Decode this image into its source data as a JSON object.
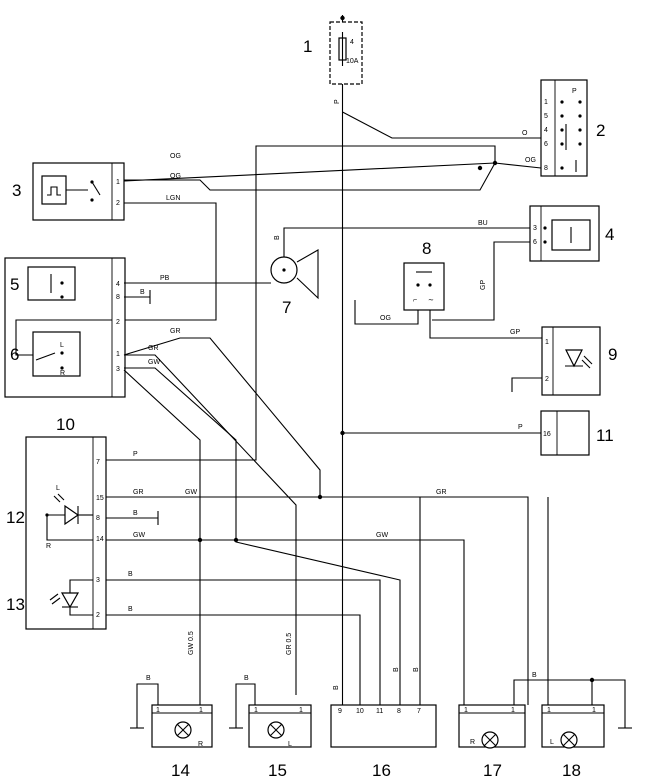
{
  "numbers": [
    "1",
    "2",
    "3",
    "4",
    "5",
    "6",
    "7",
    "8",
    "9",
    "10",
    "11",
    "12",
    "13",
    "14",
    "15",
    "16",
    "17",
    "18"
  ],
  "fuse": {
    "rating": "10A",
    "pin": "4"
  },
  "switch2": {
    "header": "P",
    "pins": [
      "1",
      "5",
      "4",
      "6",
      "8"
    ]
  },
  "relay3": {
    "pins": [
      "1",
      "2"
    ]
  },
  "box4": {
    "pins": [
      "3",
      "6"
    ]
  },
  "cluster": {
    "pins": [
      "4",
      "8",
      "2",
      "1",
      "3"
    ],
    "lr": [
      "L",
      "R"
    ]
  },
  "flasher8": {
    "terms": [
      "⌐",
      "∼"
    ]
  },
  "box9": {
    "pins": [
      "1",
      "2"
    ]
  },
  "box11": {
    "pin": "16"
  },
  "unit10": {
    "pins": [
      "7",
      "15",
      "8",
      "14",
      "3",
      "2"
    ],
    "lr": [
      "L",
      "R"
    ]
  },
  "connector16": {
    "pins": [
      "9",
      "10",
      "11",
      "8",
      "7"
    ]
  },
  "lamps": {
    "pin": "1",
    "sides": [
      "R",
      "L",
      "R",
      "L"
    ]
  },
  "wires": {
    "p": "P",
    "o": "O",
    "og": "OG",
    "lgn": "LGN",
    "bu": "BU",
    "gp": "GP",
    "pb": "PB",
    "b": "B",
    "gr": "GR",
    "gw": "GW",
    "gw05": "GW 0.5",
    "gr05": "GR 0.5"
  }
}
